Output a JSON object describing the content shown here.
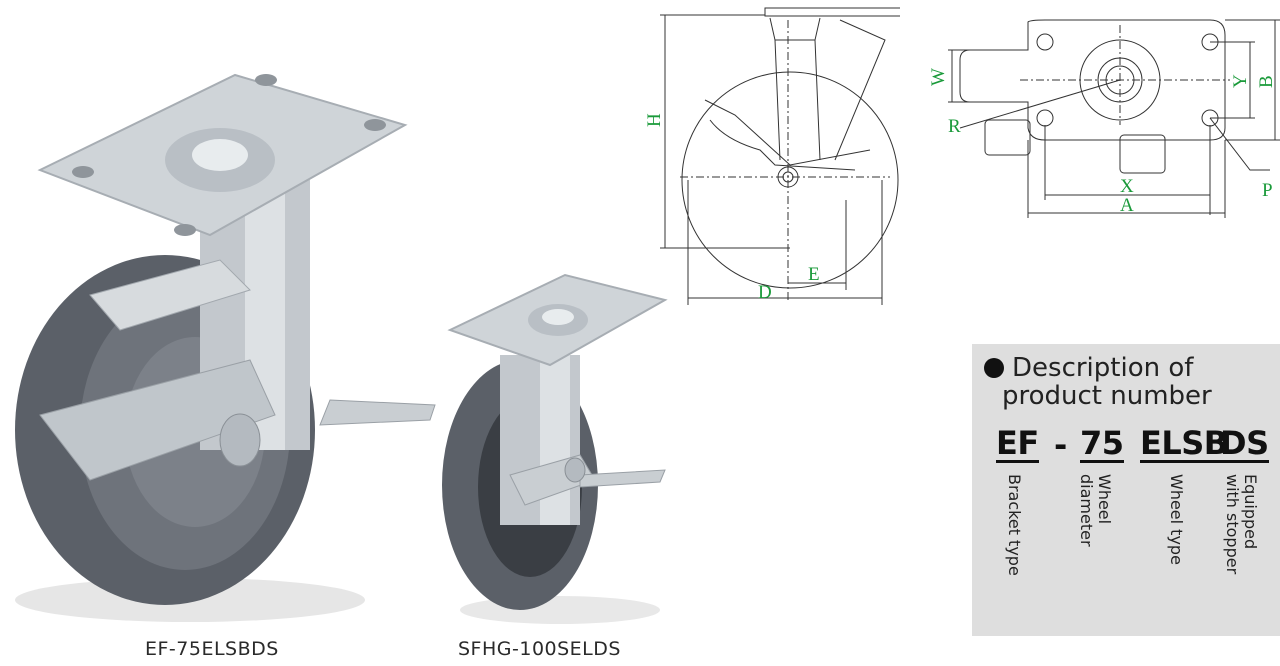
{
  "products": {
    "large_caption": "EF-75ELSBDS",
    "small_caption": "SFHG-100SELDS"
  },
  "side_view_labels": {
    "h": "H",
    "d": "D",
    "e": "E"
  },
  "top_view_labels": {
    "w": "W",
    "r": "R",
    "y": "Y",
    "b": "B",
    "p": "P",
    "x": "X",
    "a": "A"
  },
  "description": {
    "heading_line1": "Description of",
    "heading_line2": "product number",
    "codes": [
      {
        "code": "EF",
        "meaning_line1": "Bracket type",
        "meaning_line2": ""
      },
      {
        "code": "-",
        "meaning_line1": "",
        "meaning_line2": ""
      },
      {
        "code": "75",
        "meaning_line1": "Wheel",
        "meaning_line2": "diameter"
      },
      {
        "code": "ELSB",
        "meaning_line1": "Wheel type",
        "meaning_line2": ""
      },
      {
        "code": "DS",
        "meaning_line1": "Equipped",
        "meaning_line2": "with stopper"
      }
    ]
  },
  "colors": {
    "dimension_label": "#1a9a3a",
    "panel_bg": "#dedede",
    "wheel": "#5d6168",
    "metal": "#c9ced3"
  }
}
